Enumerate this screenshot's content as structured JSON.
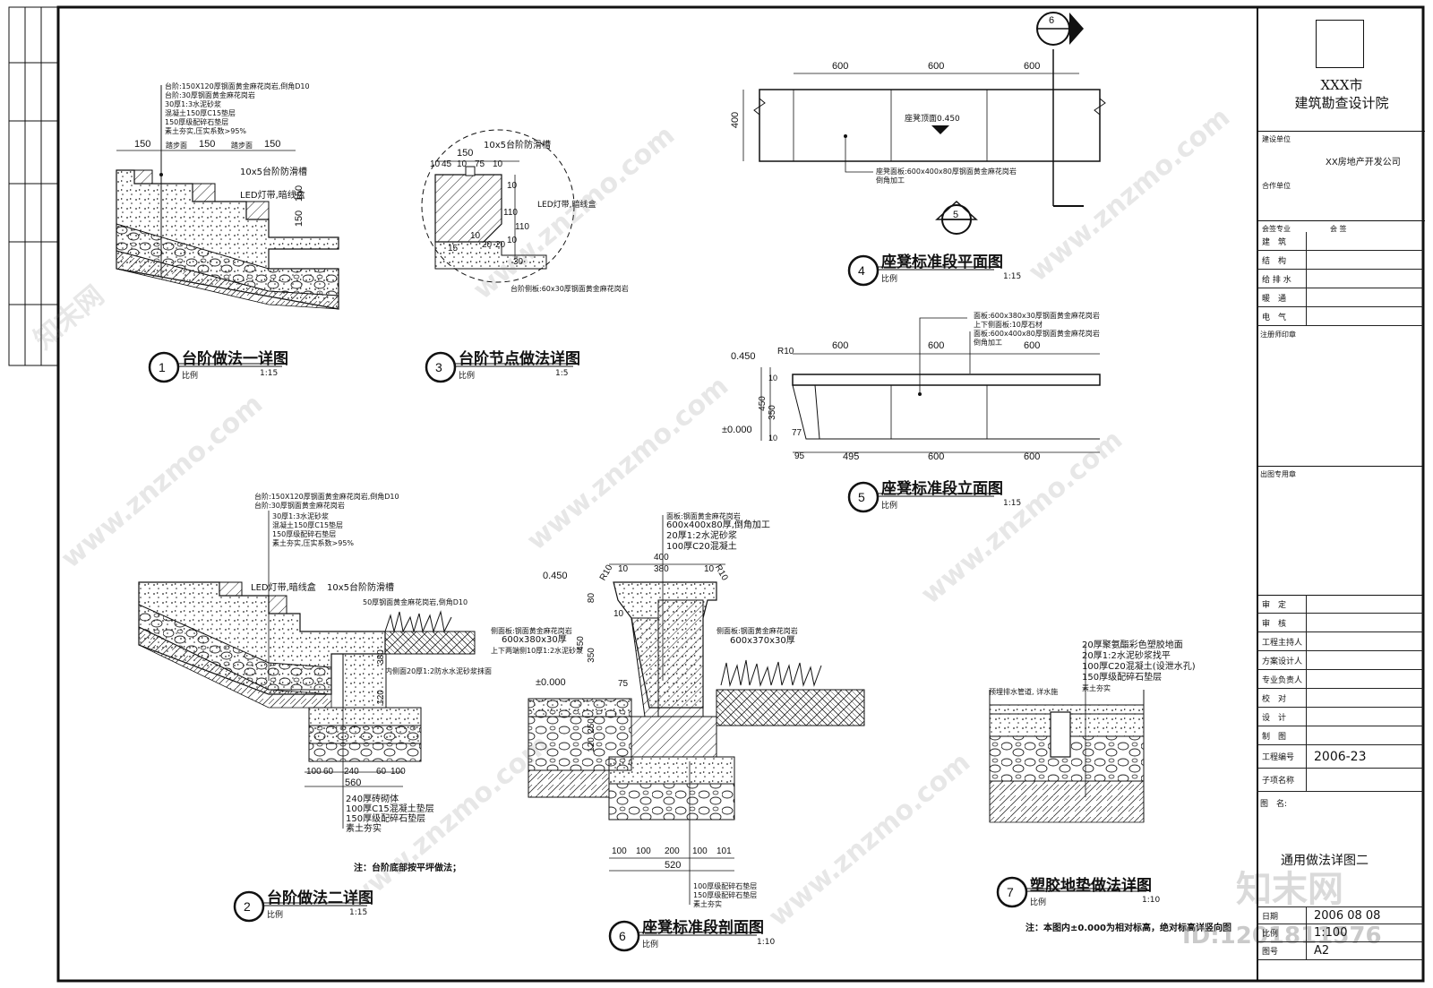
{
  "institute": {
    "city": "XXX市",
    "name": "建筑勘查设计院"
  },
  "titleblock": {
    "client_label": "建设单位",
    "client": "XX房地产开发公司",
    "partner_label": "合作单位",
    "sign_header": [
      "会签专业",
      "会 签"
    ],
    "disciplines": [
      "建　筑",
      "结　构",
      "给 排 水",
      "暖　通",
      "电　气"
    ],
    "reg_label": "注册师印章",
    "stamp_label": "出图专用章",
    "roles": [
      "审　定",
      "审　核",
      "工程主持人",
      "方案设计人",
      "专业负责人",
      "校　对",
      "设　计",
      "制　图"
    ],
    "project_no_label": "工程编号",
    "project_no": "2006-23",
    "subproject_label": "子项名称",
    "drawing_name_label": "图　名:",
    "drawing_name": "通用做法详图二",
    "date_label": "日期",
    "date": "2006 08 08",
    "scale_label": "比例",
    "scale": "1:100",
    "sheet_label": "图号",
    "sheet": "A2"
  },
  "details": [
    {
      "num": "1",
      "title": "台阶做法一详图",
      "scale_label": "比例",
      "scale": "1:15"
    },
    {
      "num": "2",
      "title": "台阶做法二详图",
      "scale_label": "比例",
      "scale": "1:15"
    },
    {
      "num": "3",
      "title": "台阶节点做法详图",
      "scale_label": "比例",
      "scale": "1:5"
    },
    {
      "num": "4",
      "title": "座凳标准段平面图",
      "scale_label": "比例",
      "scale": "1:15"
    },
    {
      "num": "5",
      "title": "座凳标准段立面图",
      "scale_label": "比例",
      "scale": "1:15"
    },
    {
      "num": "6",
      "title": "座凳标准段剖面图",
      "scale_label": "比例",
      "scale": "1:10"
    },
    {
      "num": "7",
      "title": "塑胶地垫做法详图",
      "scale_label": "比例",
      "scale": "1:10"
    }
  ],
  "annotations": {
    "d1": [
      "台阶:150X120厚钢面黄金麻花岗岩,倒角D10",
      "台阶:30厚钢面黄金麻花岗岩",
      "30厚1:3水泥砂浆",
      "混凝土150厚C15垫层",
      "150厚级配碎石垫层",
      "素土夯实,压实系数>95%"
    ],
    "d1_dims": [
      "150",
      "150",
      "150",
      "踏步面",
      "踏步面"
    ],
    "d1_side": [
      "10x5台阶防滑槽",
      "LED灯带,暗线盒",
      "150",
      "150"
    ],
    "d2": [
      "台阶:150X120厚钢面黄金麻花岗岩,倒角D10",
      "台阶:30厚钢面黄金麻花岗岩",
      "30厚1:3水泥砂浆",
      "混凝土150厚C15垫层",
      "150厚级配碎石垫层",
      "素土夯实,压实系数>95%"
    ],
    "d2_side": [
      "LED灯带,暗线盒",
      "10x5台阶防滑槽",
      "50厚钢面黄金麻花岗岩,倒角D10",
      "内侧面20厚1:2防水水泥砂浆抹面",
      "380",
      "120"
    ],
    "d2_bottom": [
      "240厚砖砌体",
      "100厚C15混凝土垫层",
      "150厚级配碎石垫层",
      "素土夯实"
    ],
    "d2_dims": [
      "100",
      "60",
      "240",
      "60",
      "100",
      "560"
    ],
    "d2_note": "注：台阶底部按平坪做法；",
    "d3": [
      "10x5台阶防滑槽",
      "LED灯带,暗线盒",
      "台阶侧板:60x30厚钢面黄金麻花岗岩"
    ],
    "d3_dims": [
      "150",
      "10",
      "45",
      "10",
      "75",
      "10",
      "10",
      "110",
      "110",
      "10",
      "10",
      "20",
      "20",
      "30",
      "15"
    ],
    "d4_dims": [
      "600",
      "600",
      "600",
      "400"
    ],
    "d4_labels": [
      "座凳顶面0.450",
      "座凳面板:600x400x80厚钢面黄金麻花岗岩",
      "倒角加工"
    ],
    "d5_dims": [
      "600",
      "600",
      "600",
      "495",
      "600",
      "600",
      "95",
      "0.450",
      "±0.000",
      "350",
      "450",
      "10",
      "10",
      "R10",
      "77"
    ],
    "d5_labels": [
      "面板:600x380x30厚钢面黄金麻花岗岩",
      "上下侧面板:10厚石材",
      "面板:600x400x80厚钢面黄金麻花岗岩",
      "倒角加工"
    ],
    "d6": [
      "面板:钢面黄金麻花岗岩",
      "600x400x80厚,倒角加工",
      "20厚1:2水泥砂浆",
      "100厚C20混凝土"
    ],
    "d6_side": [
      "侧面板:钢面黄金麻花岗岩",
      "600x380x30厚",
      "上下两端侧10厚1:2水泥砂浆",
      "侧面板:钢面黄金麻花岗岩",
      "600x370x30厚"
    ],
    "d6_bottom": [
      "100厚级配碎石垫层",
      "150厚级配碎石垫层",
      "素土夯实"
    ],
    "d6_dims": [
      "400",
      "10",
      "380",
      "10",
      "R10",
      "R10",
      "0.450",
      "±0.000",
      "450",
      "350",
      "250",
      "120",
      "100",
      "100",
      "200",
      "100",
      "101",
      "520",
      "75",
      "10",
      "80"
    ],
    "d7": [
      "20厚聚氨酯彩色塑胶地面",
      "20厚1:2水泥砂浆找平",
      "100厚C20混凝土(设泄水孔)",
      "150厚级配碎石垫层",
      "素土夯实"
    ],
    "d7_side": "预埋排水管道, 详水施",
    "bottom_note": "注：本图内±0.000为相对标高，绝对标高详竖向图",
    "section_marks": [
      "6",
      "5"
    ]
  },
  "watermarks": [
    "www.znzmo.com",
    "知末网",
    "ID:1201811576"
  ]
}
